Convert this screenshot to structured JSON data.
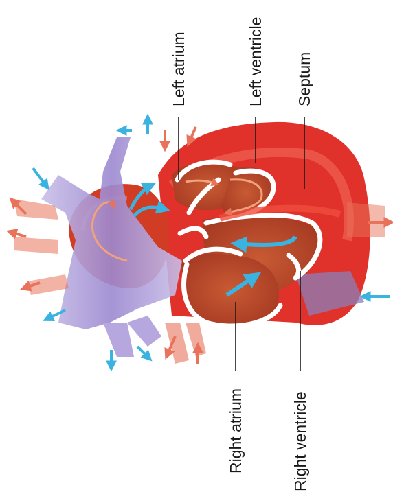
{
  "labels": {
    "left_atrium": "Left atrium",
    "left_ventricle": "Left ventricle",
    "septum": "Septum",
    "right_atrium": "Right atrium",
    "right_ventricle": "Right ventricle"
  },
  "colors": {
    "oxygenated_flow": "#e8735a",
    "deoxygenated_flow": "#3bb3e0",
    "heart_muscle": "#e0312b",
    "chamber": "#c24a2b",
    "vessel_vein": "#a99ad6"
  }
}
